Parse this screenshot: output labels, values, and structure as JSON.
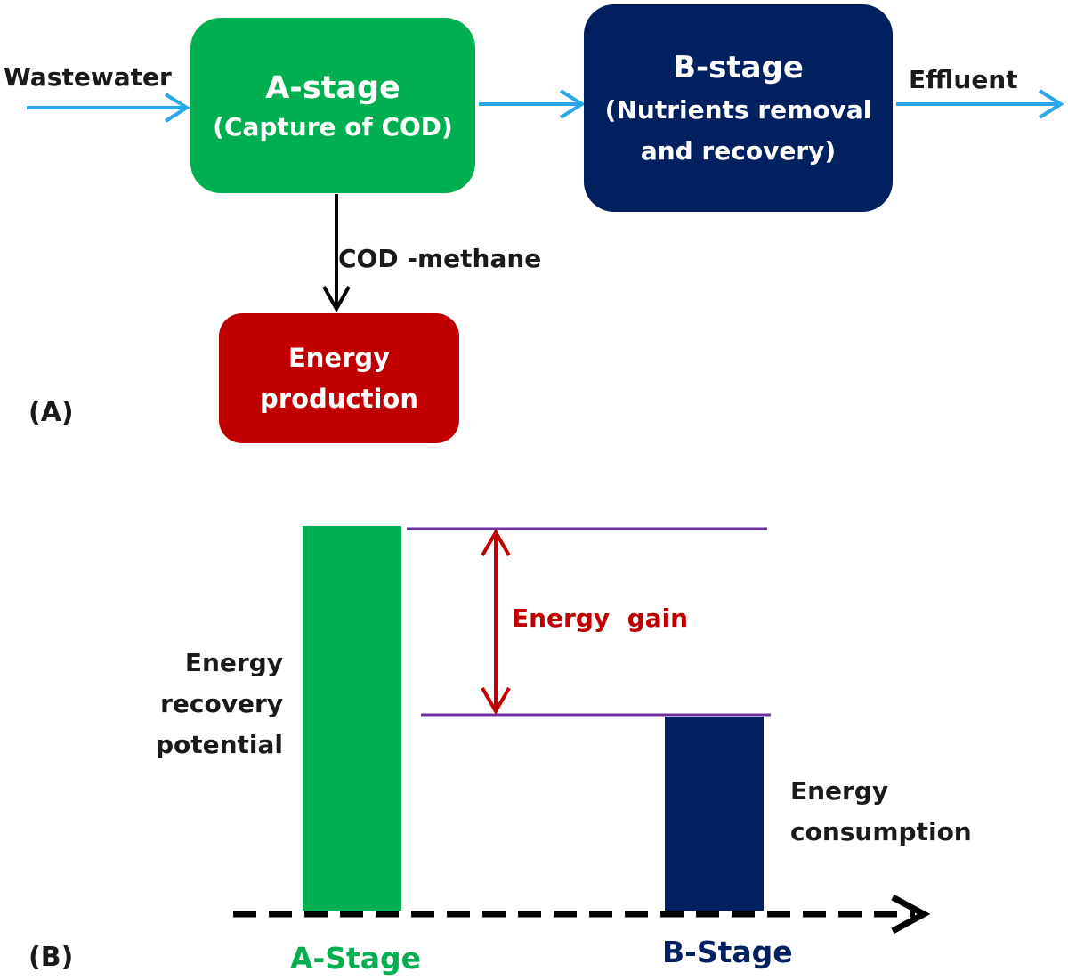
{
  "panel_a": {
    "label": "(A)",
    "input_label": "Wastewater",
    "output_label": "Effluent",
    "a_stage": {
      "title": "A-stage",
      "subtitle": "(Capture of COD)",
      "color": "#00b050"
    },
    "b_stage": {
      "title": "B-stage",
      "subtitle_line1": "(Nutrients removal",
      "subtitle_line2": "and recovery)",
      "color": "#002060"
    },
    "link_label": "COD -methane",
    "energy_box": {
      "line1": "Energy",
      "line2": "production",
      "color": "#c00000"
    },
    "flow_arrow_color": "#2aa7e8"
  },
  "panel_b": {
    "label": "(B)",
    "left_label": {
      "line1": "Energy",
      "line2": "recovery",
      "line3": "potential"
    },
    "right_label": {
      "line1": "Energy",
      "line2": "consumption"
    },
    "gain_label": "Energy  gain",
    "gain_color": "#c00000",
    "level_line_color": "#7030a0",
    "bars": [
      {
        "name": "A-Stage",
        "color": "#00b050"
      },
      {
        "name": "B-Stage",
        "color": "#002060"
      }
    ]
  }
}
